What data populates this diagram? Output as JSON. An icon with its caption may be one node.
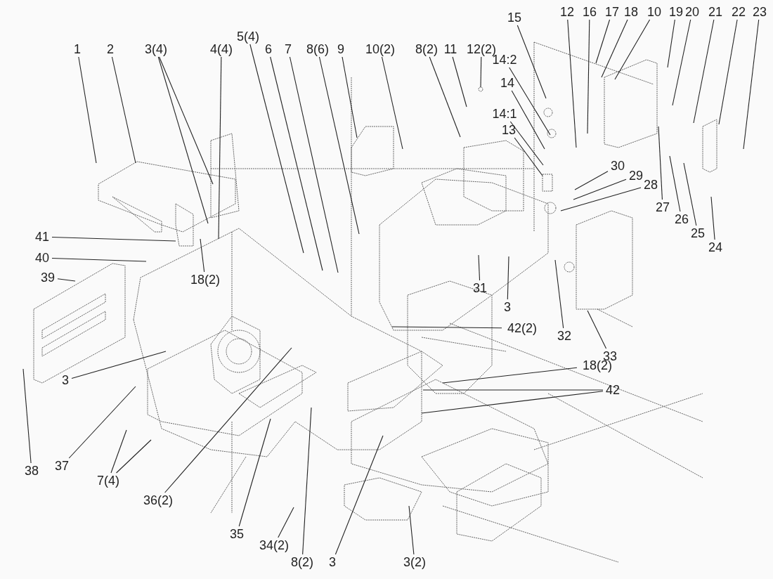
{
  "diagram": {
    "nodes": [
      {
        "text": [
          "1"
        ]
      },
      {
        "text": [
          "2"
        ]
      },
      {
        "text": [
          "3(4)"
        ]
      },
      {
        "text": [
          "4(4)"
        ]
      },
      {
        "text": [
          "5(4)"
        ]
      },
      {
        "text": [
          "6"
        ]
      },
      {
        "text": [
          "7"
        ]
      },
      {
        "text": [
          "8(6)"
        ]
      },
      {
        "text": [
          "9"
        ]
      },
      {
        "text": [
          "10(2)"
        ]
      },
      {
        "text": [
          "8(2)"
        ]
      },
      {
        "text": [
          "11"
        ]
      },
      {
        "text": [
          "12(2)"
        ]
      },
      {
        "text": [
          "15"
        ]
      },
      {
        "text": [
          "14:2"
        ]
      },
      {
        "text": [
          "14"
        ]
      },
      {
        "text": [
          "14:1"
        ]
      },
      {
        "text": [
          "13"
        ]
      },
      {
        "text": [
          "12"
        ]
      },
      {
        "text": [
          "16"
        ]
      },
      {
        "text": [
          "17"
        ]
      },
      {
        "text": [
          "18"
        ]
      },
      {
        "text": [
          "10"
        ]
      },
      {
        "text": [
          "19"
        ]
      },
      {
        "text": [
          "20"
        ]
      },
      {
        "text": [
          "21"
        ]
      },
      {
        "text": [
          "22"
        ]
      },
      {
        "text": [
          "23"
        ]
      },
      {
        "text": [
          "30"
        ]
      },
      {
        "text": [
          "29"
        ]
      },
      {
        "text": [
          "28"
        ]
      },
      {
        "text": [
          "27"
        ]
      },
      {
        "text": [
          "26"
        ]
      },
      {
        "text": [
          "25"
        ]
      },
      {
        "text": [
          "24"
        ]
      },
      {
        "text": [
          "41"
        ]
      },
      {
        "text": [
          "40"
        ]
      },
      {
        "text": [
          "39"
        ]
      },
      {
        "text": [
          "18(2)"
        ]
      },
      {
        "text": [
          "31"
        ]
      },
      {
        "text": [
          "3"
        ]
      },
      {
        "text": [
          "32"
        ]
      },
      {
        "text": [
          "33"
        ]
      },
      {
        "text": [
          "42(2)"
        ]
      },
      {
        "text": [
          "18(2)"
        ]
      },
      {
        "text": [
          "42"
        ]
      },
      {
        "text": [
          "3"
        ]
      },
      {
        "text": [
          "38"
        ]
      },
      {
        "text": [
          "37"
        ]
      },
      {
        "text": [
          "7(4)"
        ]
      },
      {
        "text": [
          "36(2)"
        ]
      },
      {
        "text": [
          "35"
        ]
      },
      {
        "text": [
          "34(2)"
        ]
      },
      {
        "text": [
          "8(2)"
        ]
      },
      {
        "text": [
          "3"
        ]
      },
      {
        "text": [
          "3(2)"
        ]
      }
    ],
    "edges": [
      {
        "from": 0,
        "to": null,
        "arrow": "none"
      },
      {
        "from": 1,
        "to": null,
        "arrow": "none"
      },
      {
        "from": 2,
        "to": null,
        "arrow": "none"
      },
      {
        "from": 2,
        "to": null,
        "arrow": "none"
      },
      {
        "from": 3,
        "to": null,
        "arrow": "none"
      },
      {
        "from": 4,
        "to": null,
        "arrow": "none"
      },
      {
        "from": 5,
        "to": null,
        "arrow": "none"
      },
      {
        "from": 6,
        "to": null,
        "arrow": "none"
      },
      {
        "from": 7,
        "to": null,
        "arrow": "none"
      },
      {
        "from": 8,
        "to": null,
        "arrow": "none"
      },
      {
        "from": 9,
        "to": null,
        "arrow": "none"
      },
      {
        "from": 10,
        "to": null,
        "arrow": "none"
      },
      {
        "from": 11,
        "to": null,
        "arrow": "none"
      },
      {
        "from": 12,
        "to": null,
        "arrow": "none"
      },
      {
        "from": 13,
        "to": null,
        "arrow": "none"
      },
      {
        "from": 14,
        "to": null,
        "arrow": "none"
      },
      {
        "from": 15,
        "to": null,
        "arrow": "none"
      },
      {
        "from": 16,
        "to": null,
        "arrow": "none"
      },
      {
        "from": 17,
        "to": null,
        "arrow": "none"
      },
      {
        "from": 18,
        "to": null,
        "arrow": "none"
      },
      {
        "from": 19,
        "to": null,
        "arrow": "none"
      },
      {
        "from": 20,
        "to": null,
        "arrow": "none"
      },
      {
        "from": 21,
        "to": null,
        "arrow": "none"
      },
      {
        "from": 22,
        "to": null,
        "arrow": "none"
      },
      {
        "from": 23,
        "to": null,
        "arrow": "none"
      },
      {
        "from": 24,
        "to": null,
        "arrow": "none"
      },
      {
        "from": 25,
        "to": null,
        "arrow": "none"
      },
      {
        "from": 26,
        "to": null,
        "arrow": "none"
      },
      {
        "from": 27,
        "to": null,
        "arrow": "none"
      },
      {
        "from": 28,
        "to": null,
        "arrow": "none"
      },
      {
        "from": 29,
        "to": null,
        "arrow": "none"
      },
      {
        "from": 30,
        "to": null,
        "arrow": "none"
      },
      {
        "from": 31,
        "to": null,
        "arrow": "none"
      },
      {
        "from": 32,
        "to": null,
        "arrow": "none"
      },
      {
        "from": 33,
        "to": null,
        "arrow": "none"
      },
      {
        "from": 34,
        "to": null,
        "arrow": "none"
      },
      {
        "from": 35,
        "to": null,
        "arrow": "none"
      },
      {
        "from": 36,
        "to": null,
        "arrow": "none"
      },
      {
        "from": 37,
        "to": null,
        "arrow": "none"
      },
      {
        "from": 38,
        "to": null,
        "arrow": "none"
      },
      {
        "from": 39,
        "to": null,
        "arrow": "none"
      },
      {
        "from": 40,
        "to": null,
        "arrow": "none"
      },
      {
        "from": 41,
        "to": null,
        "arrow": "none"
      },
      {
        "from": 42,
        "to": null,
        "arrow": "none"
      },
      {
        "from": 43,
        "to": null,
        "arrow": "none"
      },
      {
        "from": 44,
        "to": null,
        "arrow": "none"
      },
      {
        "from": 45,
        "to": null,
        "arrow": "none"
      },
      {
        "from": 45,
        "to": null,
        "arrow": "none"
      },
      {
        "from": 46,
        "to": null,
        "arrow": "none"
      },
      {
        "from": 47,
        "to": null,
        "arrow": "none"
      },
      {
        "from": 48,
        "to": null,
        "arrow": "none"
      },
      {
        "from": 49,
        "to": null,
        "arrow": "none"
      },
      {
        "from": 49,
        "to": null,
        "arrow": "none"
      },
      {
        "from": 50,
        "to": null,
        "arrow": "none"
      },
      {
        "from": 51,
        "to": null,
        "arrow": "none"
      },
      {
        "from": 52,
        "to": null,
        "arrow": "none"
      },
      {
        "from": 53,
        "to": null,
        "arrow": "none"
      },
      {
        "from": 54,
        "to": null,
        "arrow": "none"
      },
      {
        "from": 55,
        "to": null,
        "arrow": "none"
      }
    ]
  }
}
